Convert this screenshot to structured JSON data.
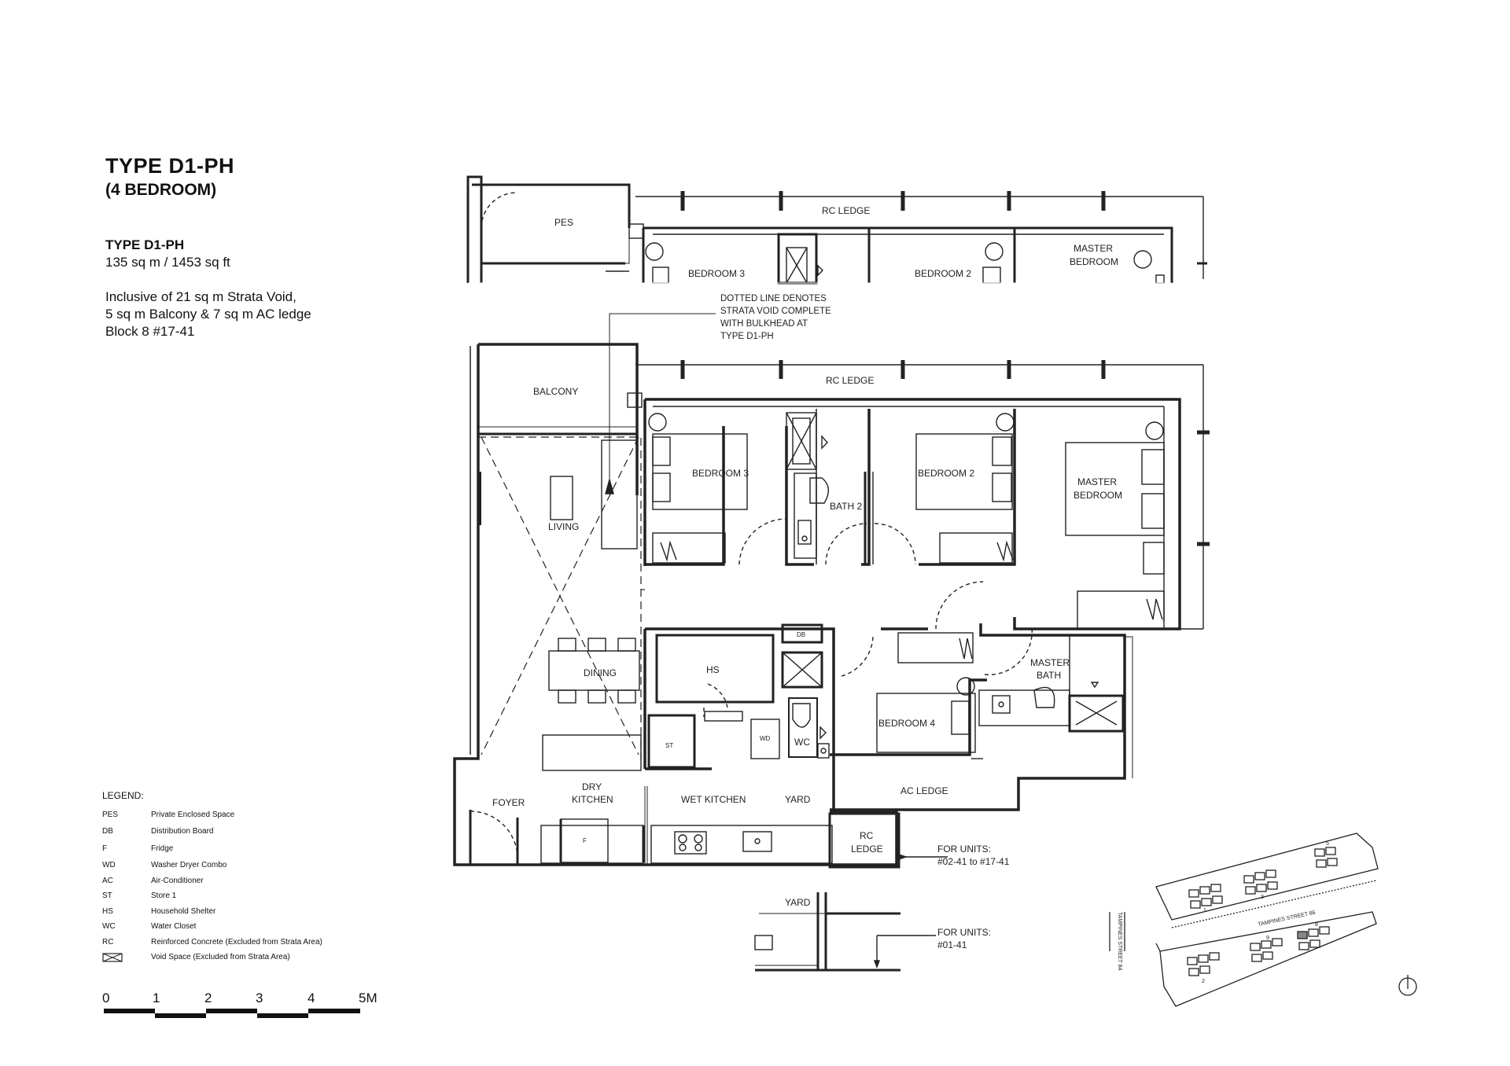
{
  "header": {
    "title": "TYPE  D1-PH",
    "subtitle": "(4 BEDROOM)",
    "type_name": "TYPE D1-PH",
    "area": "135 sq m / 1453 sq ft",
    "note_lines": [
      "Inclusive of 21 sq m Strata Void,",
      "5 sq m Balcony & 7 sq m AC ledge",
      "Block 8 #17-41"
    ]
  },
  "legend": {
    "title": "LEGEND:",
    "items": [
      {
        "abbr": "PES",
        "desc": "Private Enclosed Space"
      },
      {
        "abbr": "DB",
        "desc": "Distribution Board"
      },
      {
        "abbr": "F",
        "desc": "Fridge"
      },
      {
        "abbr": "WD",
        "desc": "Washer Dryer Combo"
      },
      {
        "abbr": "AC",
        "desc": "Air-Conditioner"
      },
      {
        "abbr": "ST",
        "desc": "Store 1"
      },
      {
        "abbr": "HS",
        "desc": "Household Shelter"
      },
      {
        "abbr": "WC",
        "desc": "Water Closet"
      },
      {
        "abbr": "RC",
        "desc": "Reinforced Concrete (Excluded from Strata Area)"
      },
      {
        "abbr": "",
        "desc": "Void Space (Excluded from Strata Area)"
      }
    ]
  },
  "scale": {
    "labels": [
      "0",
      "1",
      "2",
      "3",
      "4",
      "5M"
    ]
  },
  "plan": {
    "upper": {
      "pes": "PES",
      "rc_ledge": "RC LEDGE",
      "bedroom3": "BEDROOM 3",
      "bedroom2": "BEDROOM 2",
      "master_1": "MASTER",
      "master_2": "BEDROOM"
    },
    "dotted_note": [
      "DOTTED LINE DENOTES",
      "STRATA VOID COMPLETE",
      "WITH BULKHEAD AT",
      "TYPE D1-PH"
    ],
    "rooms": {
      "rc_ledge": "RC LEDGE",
      "balcony": "BALCONY",
      "living": "LIVING",
      "bedroom3": "BEDROOM 3",
      "bath2": "BATH 2",
      "bedroom2": "BEDROOM 2",
      "master_bed_1": "MASTER",
      "master_bed_2": "BEDROOM",
      "db": "DB",
      "dining": "DINING",
      "hs": "HS",
      "st": "ST",
      "wd": "WD",
      "wc": "WC",
      "master_bath_1": "MASTER",
      "master_bath_2": "BATH",
      "bedroom4": "BEDROOM 4",
      "ac_ledge": "AC LEDGE",
      "foyer": "FOYER",
      "dry_kitchen_1": "DRY",
      "dry_kitchen_2": "KITCHEN",
      "wet_kitchen": "WET KITCHEN",
      "yard": "YARD",
      "fridge": "F",
      "rc_ledge_small_1": "RC",
      "rc_ledge_small_2": "LEDGE"
    },
    "units_note_1": [
      "FOR UNITS:",
      "#02-41 to #17-41"
    ],
    "yard_detail": "YARD",
    "units_note_2": [
      "FOR UNITS:",
      "#01-41"
    ]
  },
  "siteplan": {
    "road_label": "TAMPINES STREET 86",
    "road_side": "TAMPINES STREET 84",
    "blocks": [
      "1",
      "3",
      "5",
      "2",
      "9",
      "8"
    ]
  }
}
